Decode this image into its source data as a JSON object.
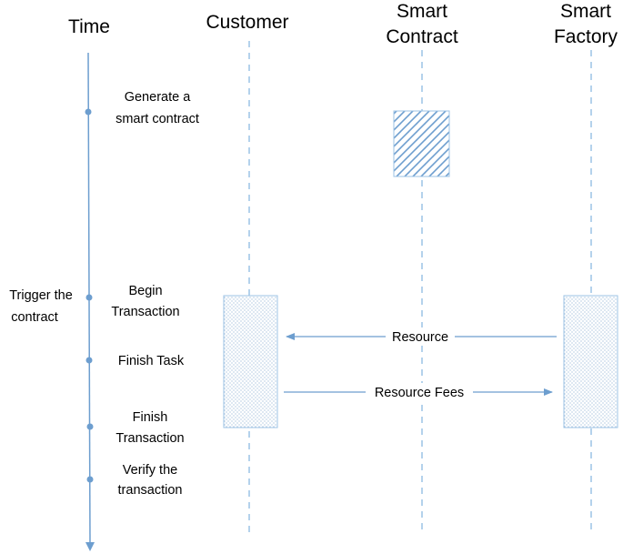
{
  "colors": {
    "line": "#6d9ecf",
    "dash": "#9cc3e5",
    "box_stroke": "#9cc3e5",
    "hatch": "#6d9ecf",
    "dots": "#8aaed3"
  },
  "headers": {
    "time": "Time",
    "customer": "Customer",
    "contract_line1": "Smart",
    "contract_line2": "Contract",
    "factory_line1": "Smart",
    "factory_line2": "Factory"
  },
  "events": [
    {
      "line1": "Generate a",
      "line2": "smart contract"
    },
    {
      "line1": "Begin",
      "line2": "Transaction"
    },
    {
      "line1": "Finish Task",
      "line2": ""
    },
    {
      "line1": "Finish",
      "line2": "Transaction"
    },
    {
      "line1": "Verify the",
      "line2": "transaction"
    }
  ],
  "side_note": {
    "line1": "Trigger the",
    "line2": "contract"
  },
  "messages": {
    "resource": "Resource",
    "resource_fees": "Resource Fees"
  }
}
